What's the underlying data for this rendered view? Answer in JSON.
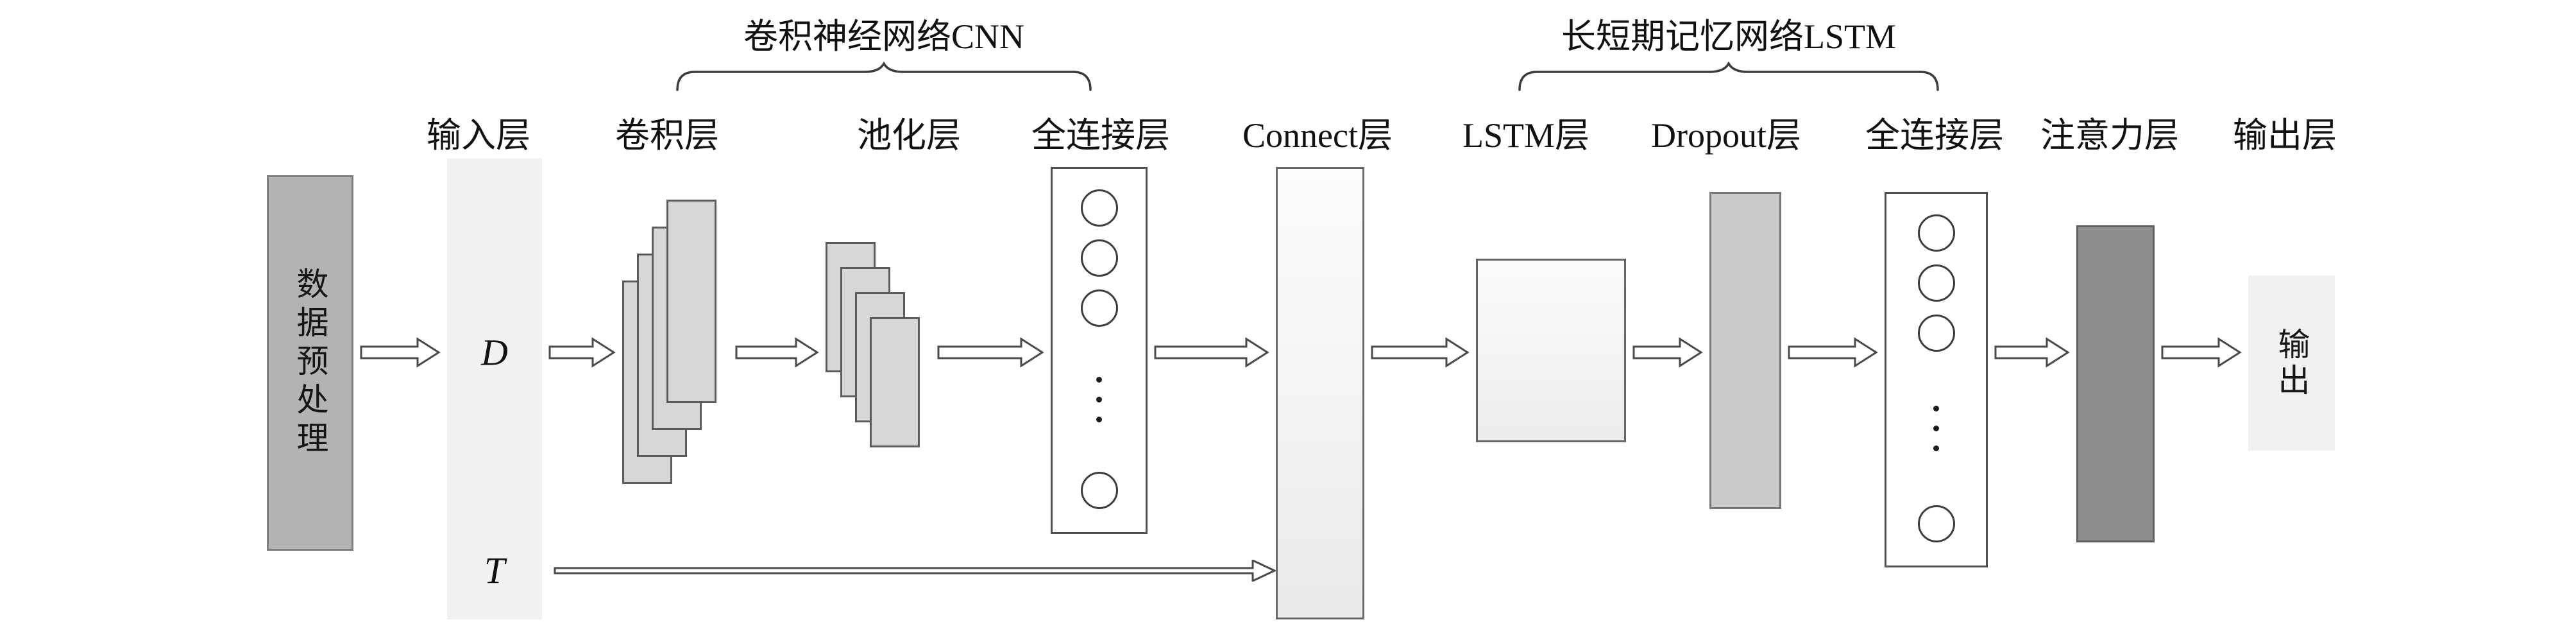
{
  "figure": {
    "group_titles": {
      "cnn": "卷积神经网络CNN",
      "lstm": "长短期记忆网络LSTM"
    },
    "layer_labels": {
      "input": "输入层",
      "conv": "卷积层",
      "pool": "池化层",
      "fc1": "全连接层",
      "connect": "Connect层",
      "lstm": "LSTM层",
      "dropout": "Dropout层",
      "fc2": "全连接层",
      "attention": "注意力层",
      "output": "输出层"
    },
    "nodes": {
      "preprocess": "数据预处理",
      "input_d": "D",
      "input_t": "T",
      "output": "输出"
    },
    "colors": {
      "preprocess_fill": "#b3b3b3",
      "feature_map_fill": "#d7d7d7",
      "dropout_fill": "#cbcbcb",
      "attention_fill": "#8d8d8d",
      "panel_fill": "#f1f1f1",
      "line": "#4a4a4a"
    }
  }
}
